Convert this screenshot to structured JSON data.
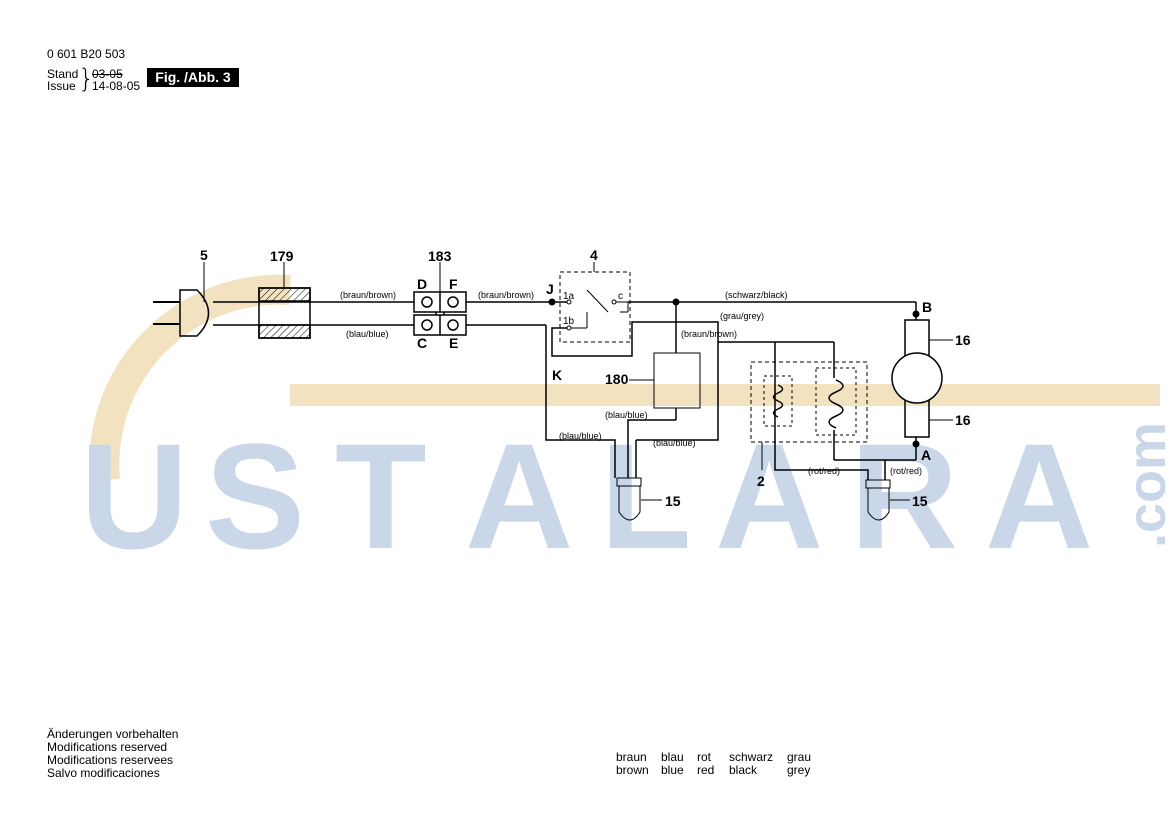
{
  "header": {
    "doc_number": "0 601 B20 503",
    "stand_label": "Stand",
    "issue_label": "Issue",
    "stand_date_old": "03-05",
    "issue_date": "14-08-05",
    "figure_label": "Fig. /Abb. 3"
  },
  "watermark": {
    "letters": [
      "U",
      "S",
      "T",
      "A",
      "L",
      "A",
      "R",
      "A"
    ],
    "suffix": ".com",
    "color_letters": "#c9d7e9",
    "color_arc": "#f3e2bf"
  },
  "components": {
    "plug": "5",
    "filter": "179",
    "terminal_block": "183",
    "switch": "4",
    "capacitor": "180",
    "field_coil": "2",
    "motor": "16",
    "motor_lower": "16",
    "cable_connector_left": "15",
    "cable_connector_right": "15"
  },
  "terminals": {
    "D": "D",
    "F": "F",
    "C": "C",
    "E": "E",
    "J": "J",
    "K": "K",
    "B": "B",
    "A": "A",
    "sw_1a": "1a",
    "sw_1b": "1b",
    "sw_c": "c"
  },
  "wire_labels": {
    "top_left": "(braun/brown)",
    "top_mid": "(braun/brown)",
    "bottom_left": "(blau/blue)",
    "schwarz": "(schwarz/black)",
    "grau": "(grau/grey)",
    "braun_cap": "(braun/brown)",
    "blau_cap": "(blau/blue)",
    "blau_k": "(blau/blue)",
    "blau_mid": "(blau/blue)",
    "rot_left": "(rot/red)",
    "rot_right": "(rot/red)"
  },
  "footer": {
    "lines": [
      "Änderungen vorbehalten",
      "Modifications reserved",
      "Modifications reservees",
      "Salvo modificaciones"
    ]
  },
  "color_legend": {
    "german": [
      "braun",
      "blau",
      "rot",
      "schwarz",
      "grau"
    ],
    "english": [
      "brown",
      "blue",
      "red",
      "black",
      "grey"
    ]
  }
}
